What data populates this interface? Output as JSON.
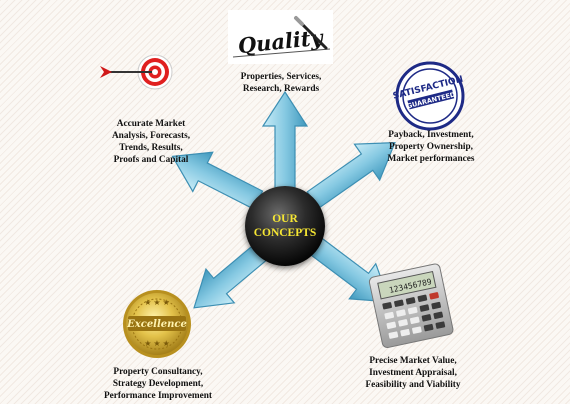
{
  "center": {
    "line1": "OUR",
    "line2": "CONCEPTS"
  },
  "quality_logo_text": "Quality",
  "satisfaction_seal": {
    "top": "SATISFACTION",
    "bottom": "GUARANTEED"
  },
  "excellence_seal_text": "Excellence",
  "calculator_display": "123456789",
  "concepts": [
    {
      "id": "quality",
      "lines": [
        "Properties, Services,",
        "Research, Rewards"
      ]
    },
    {
      "id": "satisfaction",
      "lines": [
        "Payback, Investment,",
        "Property Ownership,",
        "Market performances"
      ]
    },
    {
      "id": "target",
      "lines": [
        "Accurate Market",
        "Analysis, Forecasts,",
        "Trends, Results,",
        "Proofs and Capital"
      ]
    },
    {
      "id": "excellence",
      "lines": [
        "Property Consultancy,",
        "Strategy Development,",
        "Performance Improvement"
      ]
    },
    {
      "id": "calculator",
      "lines": [
        "Precise Market Value,",
        "Investment Appraisal,",
        "Feasibility and Viability"
      ]
    }
  ],
  "colors": {
    "arrow_light": "#a6dcee",
    "arrow_dark": "#4fa7c8",
    "center_text": "#f5e633",
    "target_red": "#e02020"
  }
}
